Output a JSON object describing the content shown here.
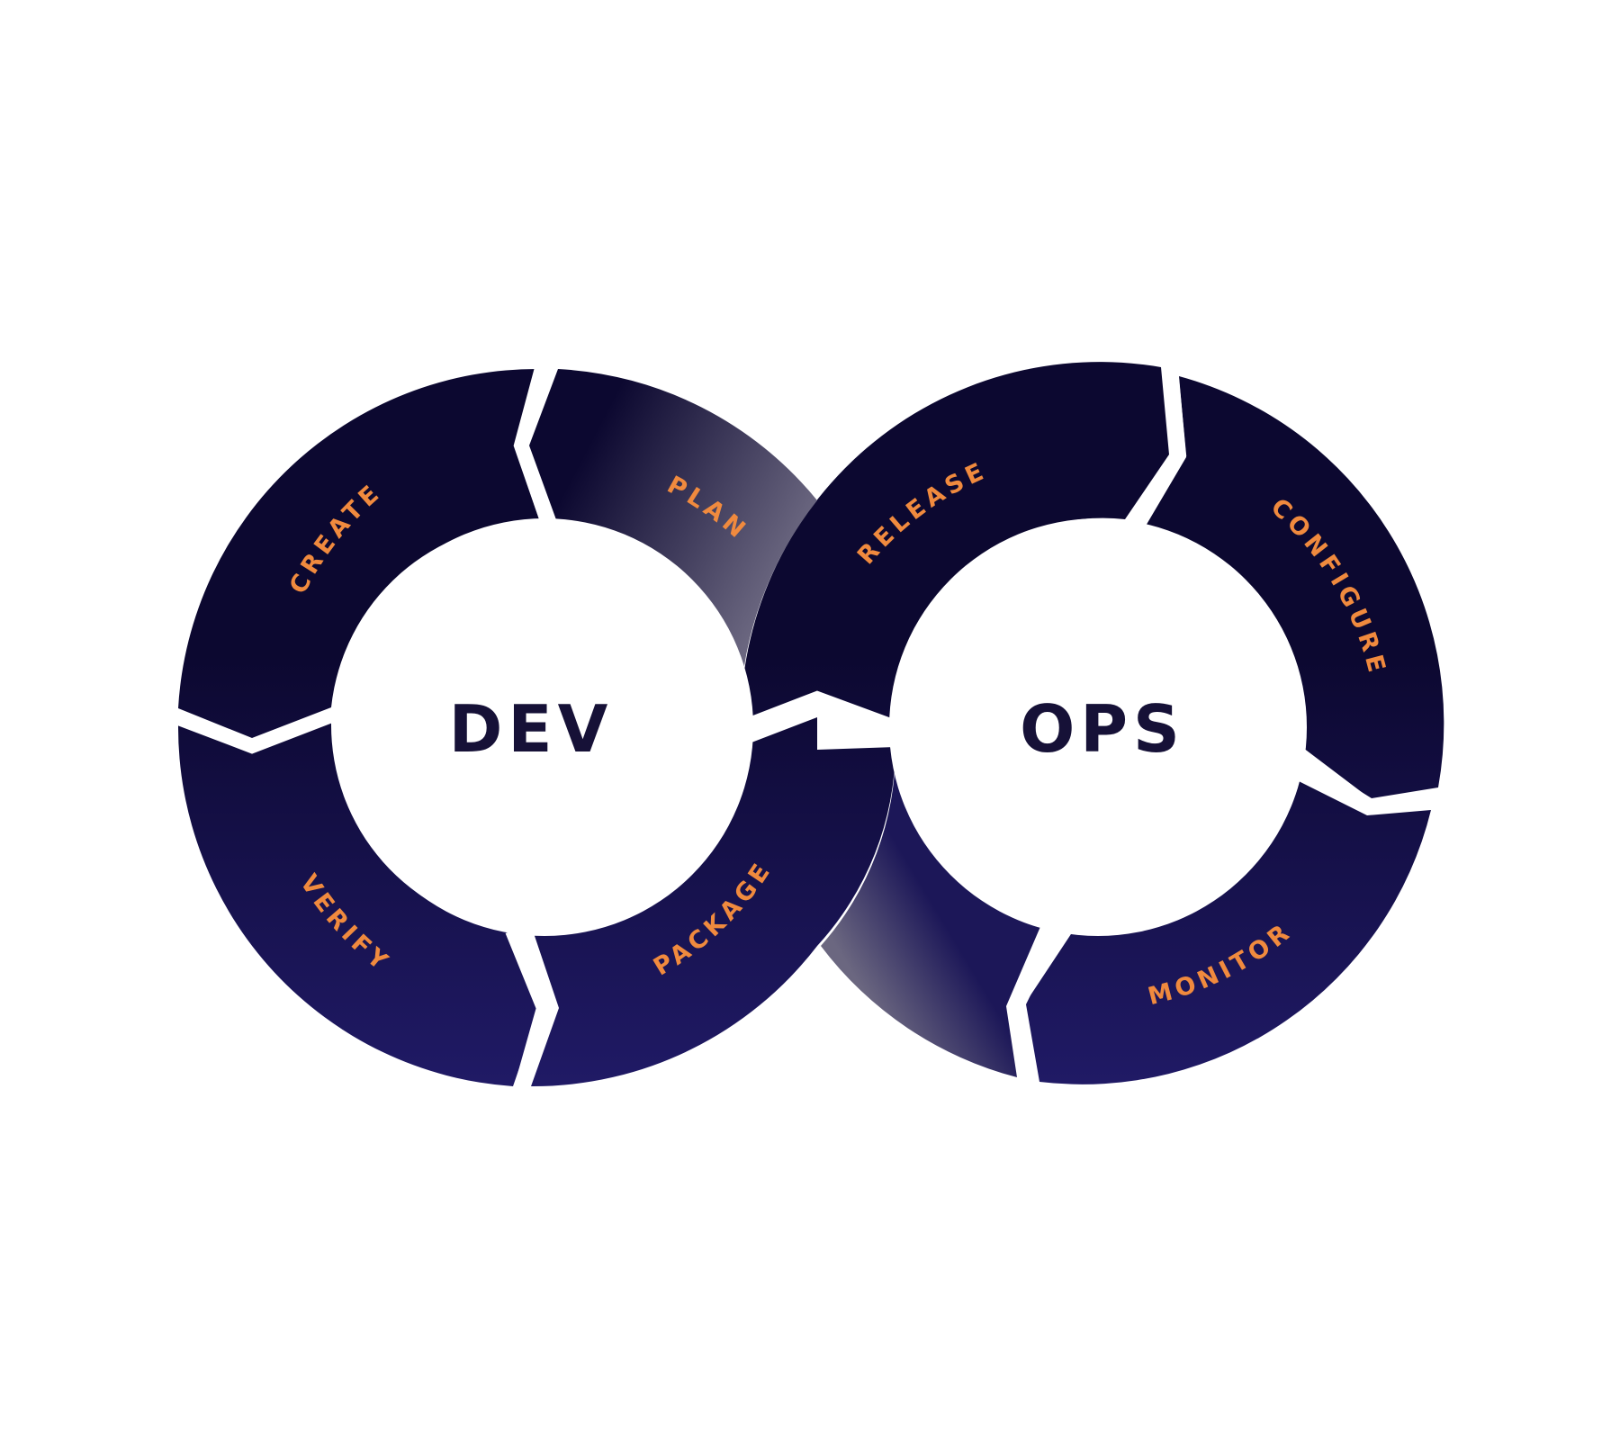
{
  "colors": {
    "ring_dark": "#0c0830",
    "ring_light": "#201a66",
    "label": "#f08a3e",
    "center_text": "#161137",
    "background": "#ffffff"
  },
  "diagram": {
    "left_loop": {
      "center_label": "DEV",
      "stages": [
        {
          "id": "create",
          "label": "CREATE"
        },
        {
          "id": "plan",
          "label": "PLAN"
        },
        {
          "id": "package",
          "label": "PACKAGE"
        },
        {
          "id": "verify",
          "label": "VERIFY"
        }
      ]
    },
    "right_loop": {
      "center_label": "OPS",
      "stages": [
        {
          "id": "release",
          "label": "RELEASE"
        },
        {
          "id": "configure",
          "label": "CONFIGURE"
        },
        {
          "id": "monitor",
          "label": "MONITOR"
        }
      ]
    }
  }
}
